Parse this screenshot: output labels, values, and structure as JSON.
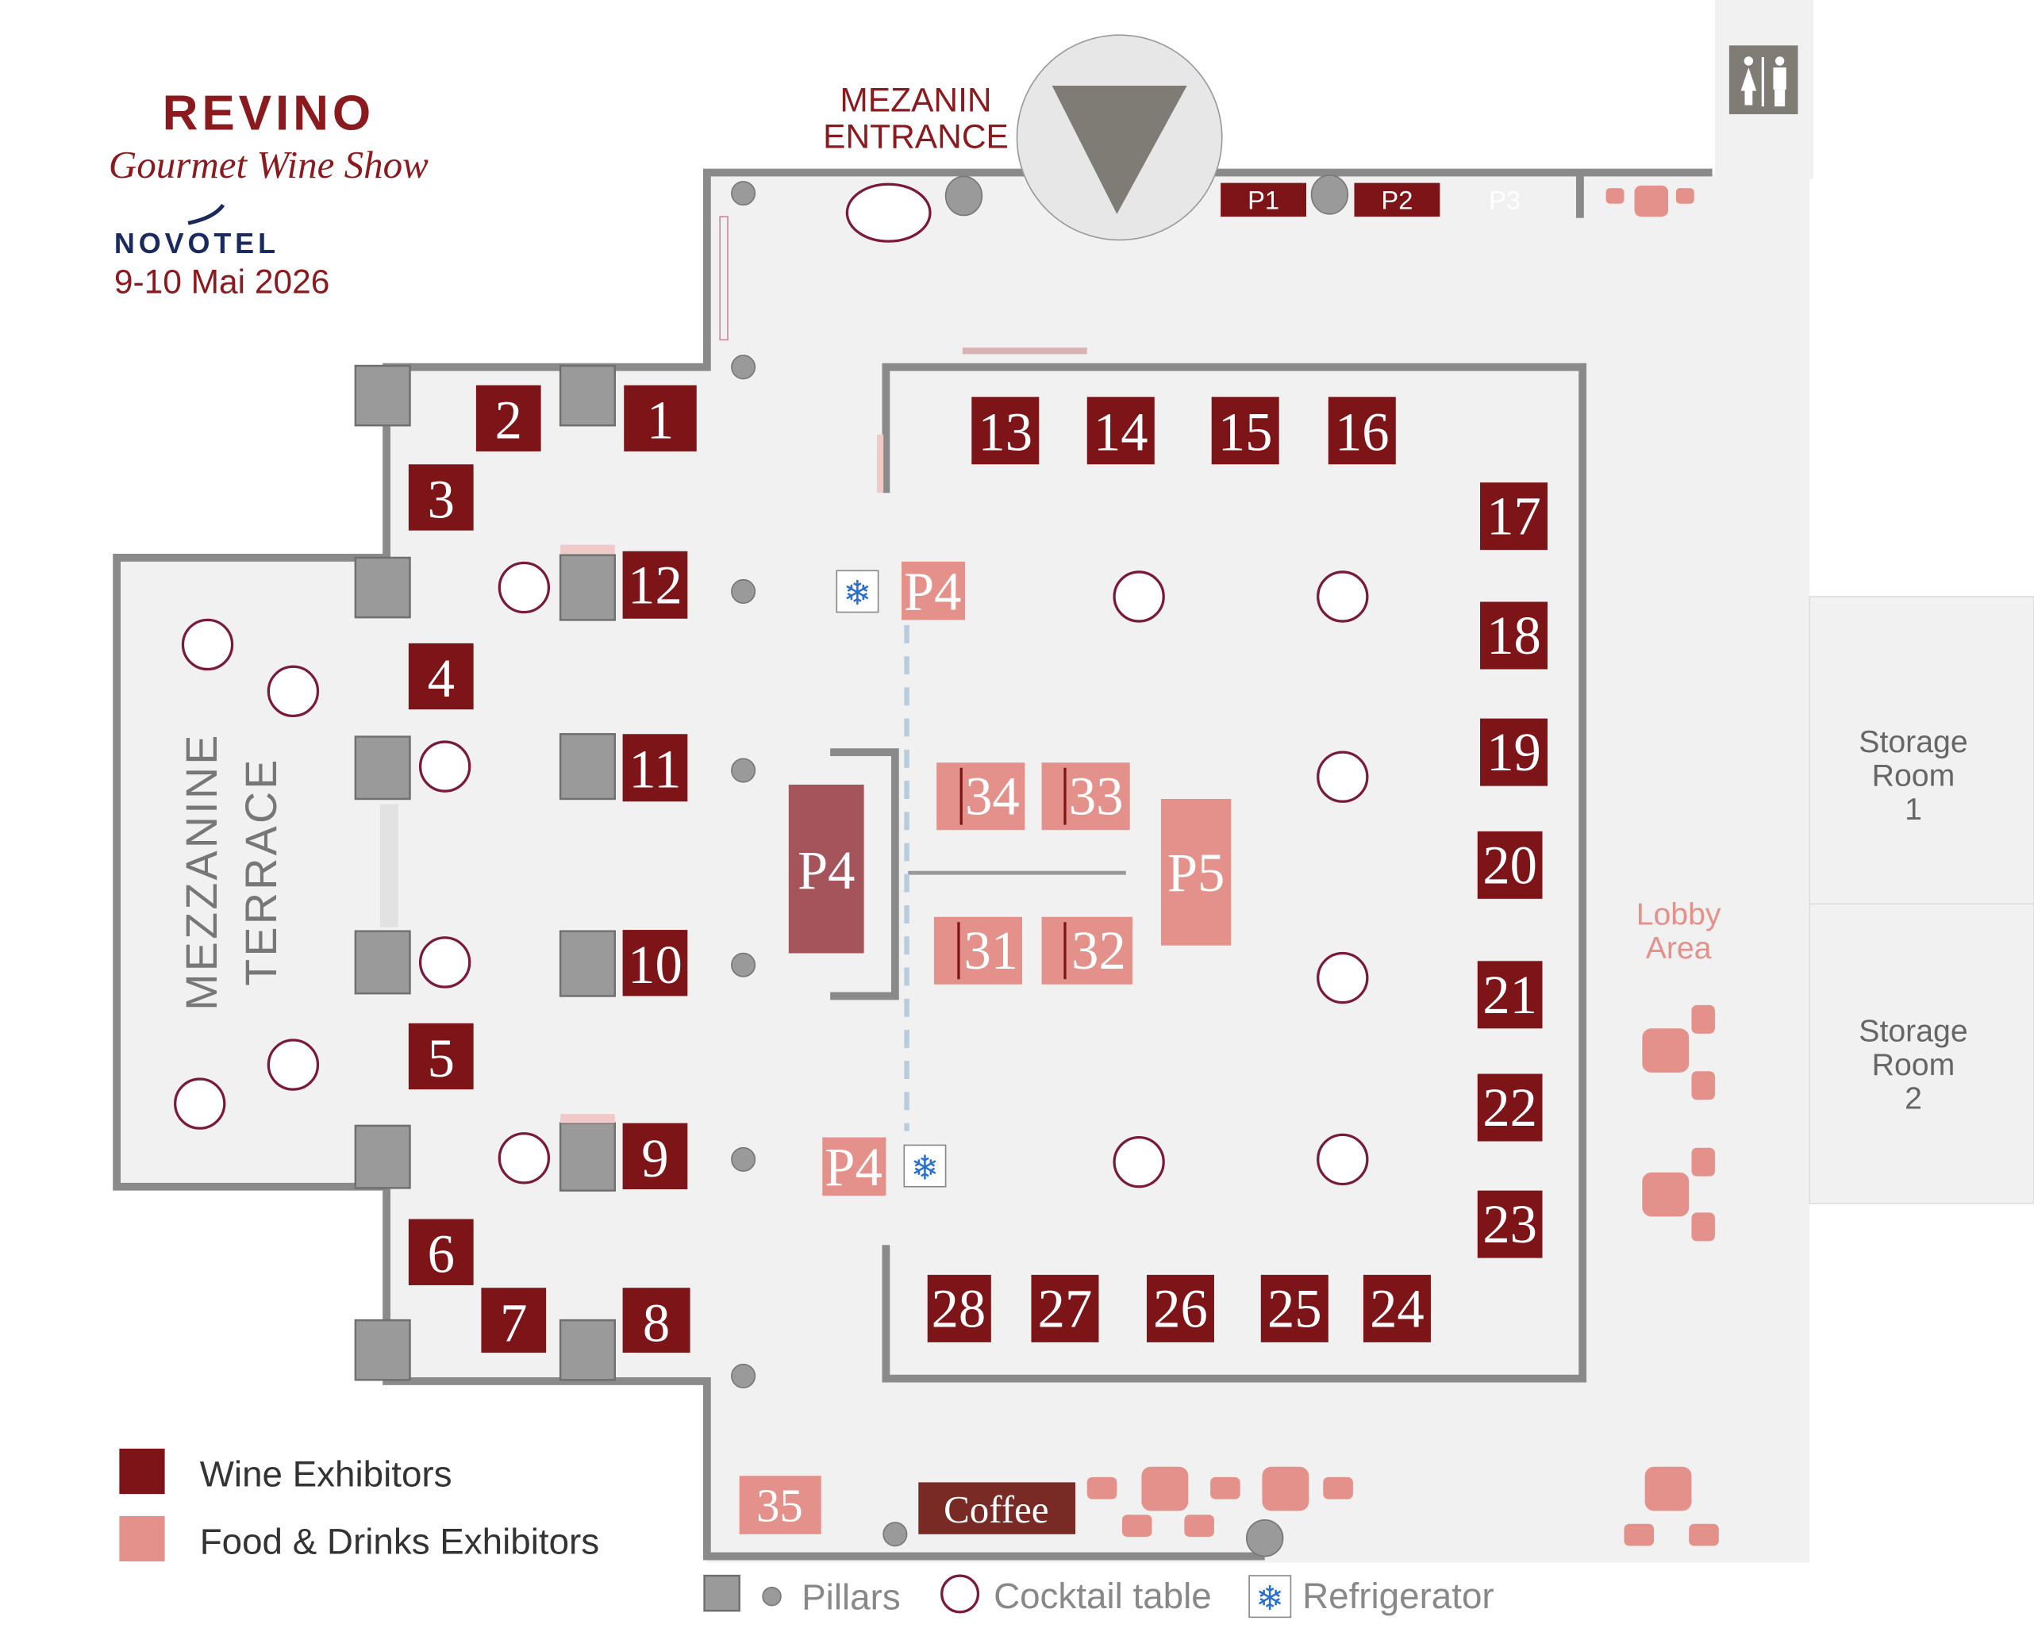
{
  "header": {
    "brand": "REVINO",
    "subtitle": "Gourmet Wine Show",
    "venue": "NOVOTEL",
    "dates": "9-10 Mai 2026"
  },
  "entrance": {
    "label_line1": "MEZANIN",
    "label_line2": "ENTRANCE"
  },
  "areas": {
    "terrace_line1": "MEZZANINE",
    "terrace_line2": "TERRACE",
    "lobby_line1": "Lobby",
    "lobby_line2": "Area",
    "storage1": [
      "Storage",
      "Room",
      "1"
    ],
    "storage2": [
      "Storage",
      "Room",
      "2"
    ]
  },
  "wine_booths": [
    "1",
    "2",
    "3",
    "4",
    "5",
    "6",
    "7",
    "8",
    "9",
    "10",
    "11",
    "12",
    "13",
    "14",
    "15",
    "16",
    "17",
    "18",
    "19",
    "20",
    "21",
    "22",
    "23",
    "24",
    "25",
    "26",
    "27",
    "28",
    "P1",
    "P2"
  ],
  "p3_label": "P3",
  "food_booths": {
    "p4_top": "P4",
    "p4_center": "P4",
    "p4_bottom": "P4",
    "b31": "31",
    "b32": "32",
    "b33": "33",
    "b34": "34",
    "p5": "P5",
    "b35": "35",
    "coffee": "Coffee"
  },
  "legend": {
    "wine": "Wine Exhibitors",
    "food": "Food & Drinks Exhibitors",
    "pillars": "Pillars",
    "cocktail": "Cocktail table",
    "refrigerator": "Refrigerator"
  },
  "colors": {
    "wine": "#7d1518",
    "food": "#e3918a",
    "p4_center": "#a4545a",
    "coffee": "#7a2a25",
    "brand": "#8b1a1e",
    "novotel": "#1b2a5e"
  }
}
